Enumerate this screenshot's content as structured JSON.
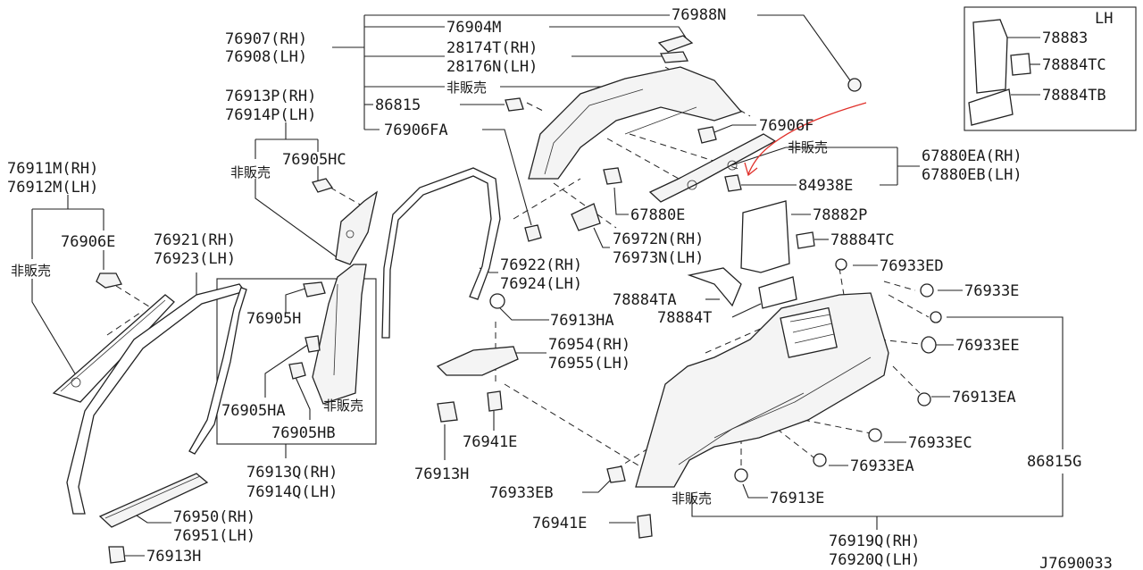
{
  "labels": {
    "p76988N": "76988N",
    "p76904M": "76904M",
    "p76907": "76907(RH)",
    "p76908": "76908(LH)",
    "p28174T": "28174T(RH)",
    "p28176N": "28176N(LH)",
    "nfs1": "非販売",
    "p86815": "86815",
    "p76906FA": "76906FA",
    "p76913P": "76913P(RH)",
    "p76914P": "76914P(LH)",
    "nfs2": "非販売",
    "p76905HC": "76905HC",
    "p76911M": "76911M(RH)",
    "p76912M": "76912M(LH)",
    "p76906E": "76906E",
    "nfs3": "非販売",
    "p76921": "76921(RH)",
    "p76923": "76923(LH)",
    "p76905H": "76905H",
    "p76905HA": "76905HA",
    "nfs4": "非販売",
    "p76905HB": "76905HB",
    "p76913Q": "76913Q(RH)",
    "p76914Q": "76914Q(LH)",
    "p76950": "76950(RH)",
    "p76951": "76951(LH)",
    "p76913H_a": "76913H",
    "p76922": "76922(RH)",
    "p76924": "76924(LH)",
    "p76913HA": "76913HA",
    "p76954": "76954(RH)",
    "p76955": "76955(LH)",
    "p76941E_a": "76941E",
    "p76913H_b": "76913H",
    "p76933EB": "76933EB",
    "p76941E_b": "76941E",
    "p76906F": "76906F",
    "nfs5": "非販売",
    "p67880EA": "67880EA(RH)",
    "p67880EB": "67880EB(LH)",
    "p84938E": "84938E",
    "p67880E": "67880E",
    "p76972N": "76972N(RH)",
    "p76973N": "76973N(LH)",
    "p78882P": "78882P",
    "p78884TC_a": "78884TC",
    "p78884TA": "78884TA",
    "p78884T": "78884T",
    "p76933ED": "76933ED",
    "p76933E": "76933E",
    "p76933EE": "76933EE",
    "p76913EA": "76913EA",
    "p76933EC": "76933EC",
    "p76933EA": "76933EA",
    "p86815G": "86815G",
    "nfs6": "非販売",
    "p76913E": "76913E",
    "p76919Q": "76919Q(RH)",
    "p76920Q": "76920Q(LH)",
    "inset_lh": "LH",
    "p78883": "78883",
    "p78884TC_b": "78884TC",
    "p78884TB": "78884TB",
    "drawing_no": "J7690033"
  },
  "colors": {
    "line": "#222222",
    "annotation": "#e0302a",
    "background": "#ffffff"
  }
}
